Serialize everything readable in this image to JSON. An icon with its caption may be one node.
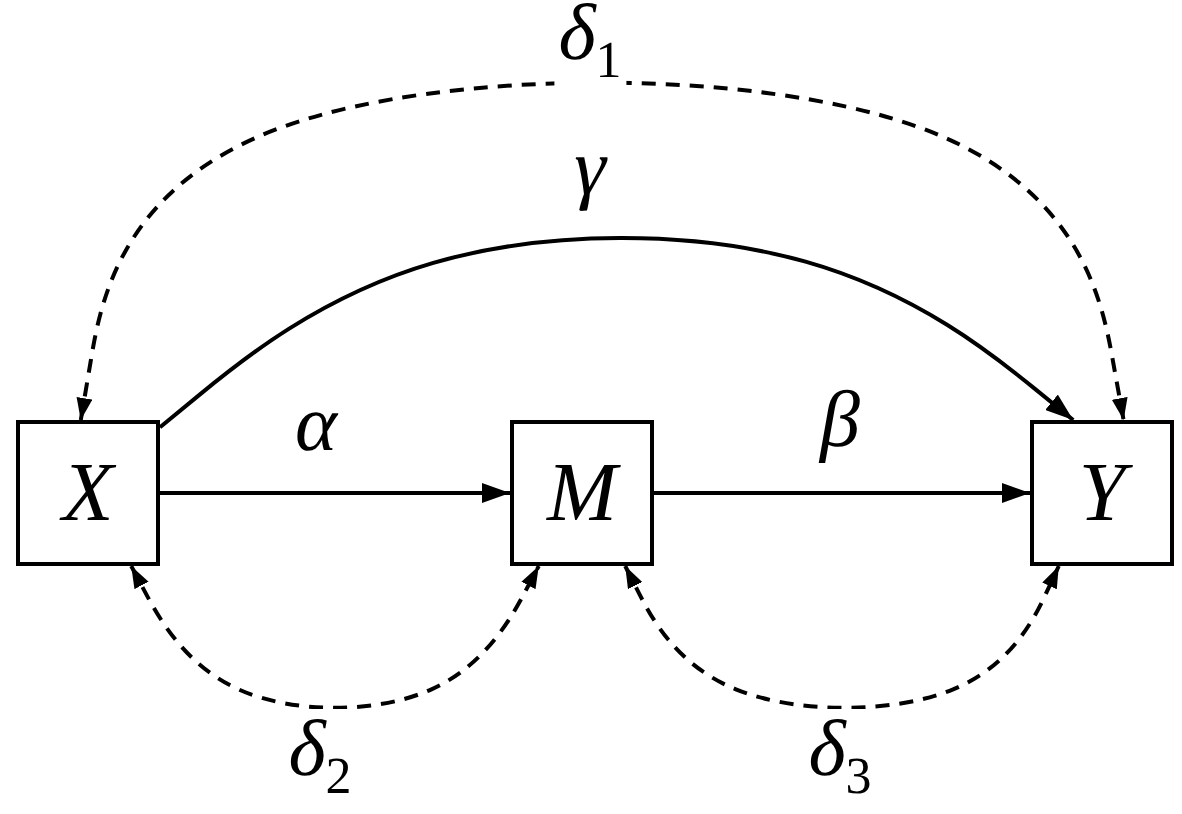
{
  "diagram": {
    "nodes": [
      {
        "text": [
          "X"
        ]
      },
      {
        "text": [
          "M"
        ]
      },
      {
        "text": [
          "Y"
        ]
      }
    ],
    "edges": [
      {
        "from": 0,
        "to": 1,
        "arrow": "to",
        "label": "α"
      },
      {
        "from": 1,
        "to": 2,
        "arrow": "to",
        "label": "β"
      },
      {
        "from": 0,
        "to": 2,
        "arrow": "to",
        "label": "γ"
      },
      {
        "from": 0,
        "to": 2,
        "arrow": "both",
        "style": "dashed",
        "label": "δ$_{1}$"
      },
      {
        "from": 0,
        "to": 1,
        "arrow": "both",
        "style": "dashed",
        "label": "δ$_{2}$"
      },
      {
        "from": 1,
        "to": 2,
        "arrow": "both",
        "style": "dashed",
        "label": "δ$_{3}$"
      }
    ]
  }
}
